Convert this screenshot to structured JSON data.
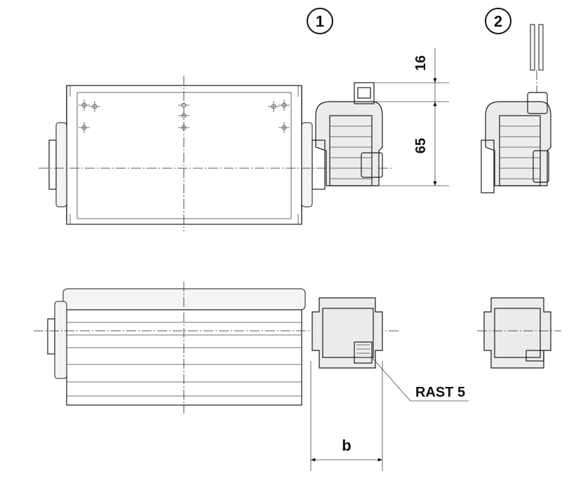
{
  "variants": [
    {
      "marker": "1"
    },
    {
      "marker": "2"
    }
  ],
  "dimensions": {
    "height_top": "16",
    "height_main": "65",
    "width_b": "b"
  },
  "callout": {
    "connector": "RAST 5"
  }
}
